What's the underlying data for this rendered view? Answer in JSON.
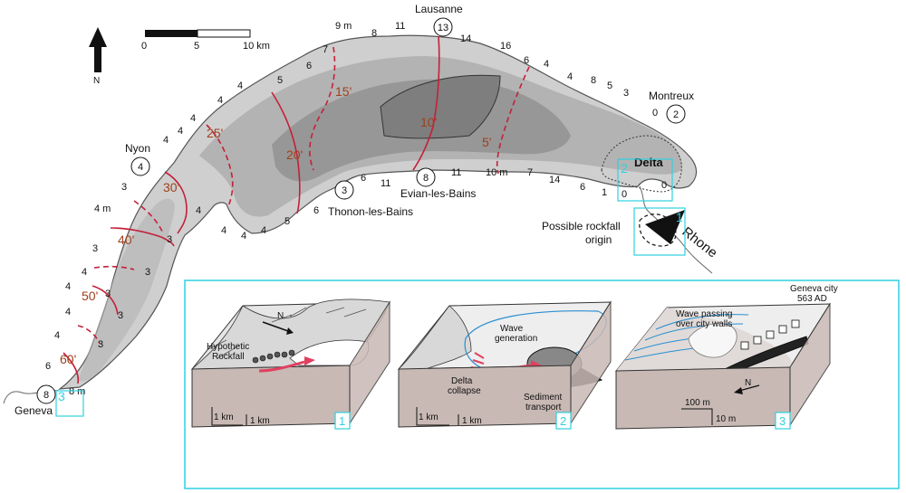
{
  "scalebar": {
    "ticks": [
      "0",
      "5",
      "10 km"
    ]
  },
  "north": {
    "label": "N"
  },
  "cities": {
    "lausanne": "Lausanne",
    "montreux": "Montreux",
    "nyon": "Nyon",
    "thonon": "Thonon-les-Bains",
    "evian": "Evian-les-Bains",
    "geneva": "Geneva"
  },
  "circled_values": {
    "lausanne": "13",
    "montreux": "2",
    "nyon": "4",
    "thonon": "3",
    "evian": "8",
    "geneva": "8"
  },
  "features": {
    "delta": "Delta",
    "rockfall_origin": "Possible rockfall\norigin",
    "rhone": "Rhone"
  },
  "isochrones": [
    "5'",
    "10'",
    "15'",
    "20'",
    "25'",
    "30'",
    "40'",
    "50'",
    "60'"
  ],
  "wave_heights": {
    "north_shore": [
      "9 m",
      "8",
      "11",
      "14",
      "16",
      "6",
      "4",
      "4",
      "8",
      "5",
      "3",
      "0",
      "7",
      "6",
      "5",
      "4",
      "4",
      "4",
      "4",
      "4"
    ],
    "south_shore": [
      "0",
      "0",
      "1",
      "6",
      "14",
      "7",
      "10 m",
      "11",
      "11",
      "6",
      "6",
      "5",
      "4",
      "4",
      "4",
      "4",
      "3",
      "3",
      "3",
      "3",
      "8 m"
    ],
    "west_shore": [
      "3",
      "4 m",
      "3",
      "4",
      "4",
      "4",
      "6",
      "4",
      "3"
    ]
  },
  "boxes": [
    "1",
    "2",
    "3"
  ],
  "panels": [
    {
      "id": "1",
      "labels": [
        "Hypothetic\nRockfall",
        "N"
      ],
      "scale": [
        "1 km",
        "1 km"
      ]
    },
    {
      "id": "2",
      "labels": [
        "Wave\ngeneration",
        "Delta\ncollapse",
        "Sediment\ntransport"
      ],
      "scale": [
        "1 km",
        "1 km"
      ]
    },
    {
      "id": "3",
      "labels": [
        "Geneva city\n563 AD",
        "Wave passing\nover city walls",
        "N"
      ],
      "scale": [
        "100 m",
        "10 m"
      ]
    }
  ],
  "colors": {
    "lake_light": "#cfcfcf",
    "lake_mid": "#b3b3b3",
    "lake_dark": "#979797",
    "lake_deep": "#7e7e7e",
    "isochrone": "#c4203a",
    "isochrone_label": "#a0401c",
    "highlight": "#2fd0e0",
    "block_side": "#c8b9b4"
  }
}
